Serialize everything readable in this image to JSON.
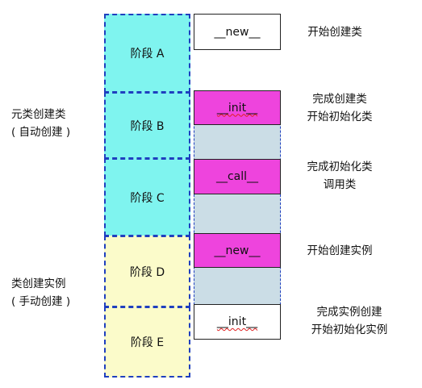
{
  "left_labels": {
    "class_creation": {
      "line1": "元类创建类",
      "line2": "( 自动创建 )"
    },
    "instance_creation": {
      "line1": "类创建实例",
      "line2": "( 手动创建 )"
    }
  },
  "stages": [
    {
      "label": "阶段 A"
    },
    {
      "label": "阶段 B"
    },
    {
      "label": "阶段 C"
    },
    {
      "label": "阶段 D"
    },
    {
      "label": "阶段 E"
    }
  ],
  "methods": [
    {
      "label": "__new__"
    },
    {
      "label": "__init__"
    },
    {
      "label": "__call__"
    },
    {
      "label": "__new__"
    },
    {
      "label": "__init__"
    }
  ],
  "notes": [
    {
      "line1": "开始创建类"
    },
    {
      "line1": "完成创建类",
      "line2": "开始初始化类"
    },
    {
      "line1": "完成初始化类",
      "line2": "调用类"
    },
    {
      "line1": "开始创建实例"
    },
    {
      "line1": "完成实例创建",
      "line2": "开始初始化实例"
    }
  ],
  "colors": {
    "stage_cyan": "#7ff4ef",
    "stage_yellow": "#fbfbca",
    "method_magenta": "#ee44dd",
    "shade": "#cbdde6",
    "dashed_border": "#1f3fbf"
  }
}
